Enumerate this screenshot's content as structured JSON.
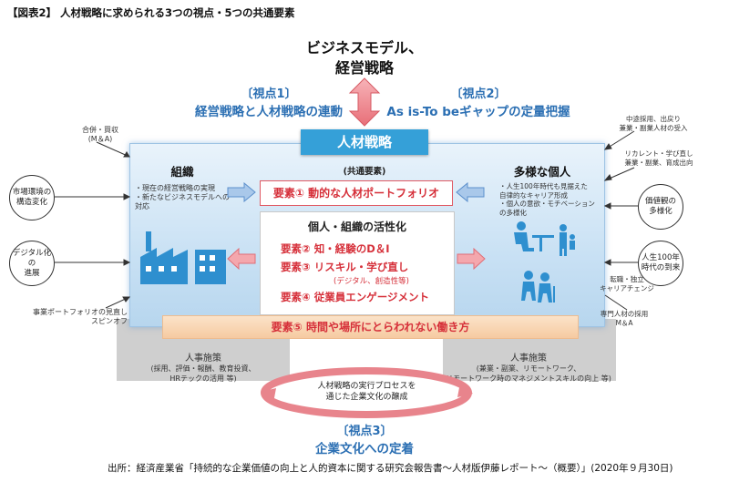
{
  "figure_title": "【図表2】 人材戦略に求められる3つの視点・5つの共通要素",
  "top": {
    "line1": "ビジネスモデル、",
    "line2": "経営戦略"
  },
  "viewpoint1": {
    "num": "〔視点1〕",
    "text": "経営戦略と人材戦略の連動"
  },
  "viewpoint2": {
    "num": "〔視点2〕",
    "text": "As is-To beギャップの定量把握"
  },
  "viewpoint3": {
    "num": "〔視点3〕",
    "text": "企業文化への定着"
  },
  "center_title": "人材戦略",
  "common_elements": "(共通要素)",
  "element1": "要素① 動的な人材ポートフォリオ",
  "activation_title": "個人・組織の活性化",
  "element2": "要素② 知・経験のD＆I",
  "element3": "要素③ リスキル・学び直し",
  "element3_sub": "(デジタル、創造性等)",
  "element4": "要素④ 従業員エンゲージメント",
  "element5": "要素⑤ 時間や場所にとらわれない働き方",
  "org": {
    "title": "組織",
    "bullet1": "・現在の経営戦略の実現",
    "bullet2": "・新たなビジネスモデルへの",
    "bullet3": "  対応"
  },
  "diverse": {
    "title": "多様な個人",
    "bullet1": "・人生100年時代も見据えた",
    "bullet2": "  自律的なキャリア形成",
    "bullet3": "・個人の意欲・モチベーション",
    "bullet4": "  の多様化"
  },
  "left_notes": {
    "ma": "合併・買収\n(M＆A)",
    "portfolio": "事業ポートフォリオの見直し\nスピンオフ"
  },
  "left_circles": [
    {
      "text": "市場環境の\n構造変化"
    },
    {
      "text": "デジタル化の\n進展"
    }
  ],
  "right_circles": [
    {
      "text": "価値観の\n多様化"
    },
    {
      "text": "人生100年\n時代の到来"
    }
  ],
  "right_notes": {
    "n1": "中途採用、出戻り\n兼業・副業人材の受入",
    "n2": "リカレント・学び直し\n兼業・副業、育成出向",
    "n3": "転職・独立\nキャリアチェンジ",
    "n4": "専門人材の採用\nM＆A"
  },
  "hr_left": {
    "title": "人事施策",
    "line1": "(採用、評価・報酬、教育投資、",
    "line2": "HRテックの活用 等)"
  },
  "hr_right": {
    "title": "人事施策",
    "line1": "(兼業・副業、リモートワーク、",
    "line2": "リモートワーク時のマネジメントスキルの向上 等)"
  },
  "cycle": {
    "line1": "人材戦略の実行プロセスを",
    "line2": "通じた企業文化の醸成"
  },
  "source": "出所：経済産業省「持続的な企業価値の向上と人的資本に関する研究会報告書〜人材版伊藤レポート〜（概要）」(2020年９月30日)",
  "colors": {
    "blue": "#35a0d8",
    "red": "#d6303a",
    "viewpoint": "#2b6fb3"
  }
}
